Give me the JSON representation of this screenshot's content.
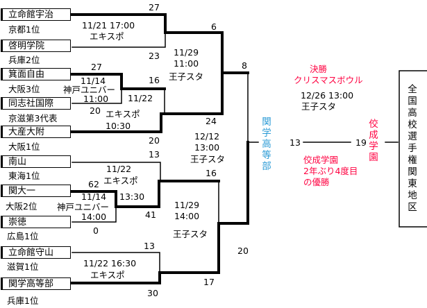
{
  "teams": [
    {
      "name": "立命館宇治",
      "seed": "京都1位"
    },
    {
      "name": "啓明学院",
      "seed": "兵庫2位"
    },
    {
      "name": "箕面自由",
      "seed": "大阪3位"
    },
    {
      "name": "同志社国際",
      "seed": "京滋第3代表"
    },
    {
      "name": "大産大附",
      "seed": "大阪1位"
    },
    {
      "name": "南山",
      "seed": "東海1位"
    },
    {
      "name": "関大一",
      "seed": "大阪2位"
    },
    {
      "name": "崇徳",
      "seed": "広島1位"
    },
    {
      "name": "立命館守山",
      "seed": "滋賀1位"
    },
    {
      "name": "関学高等部",
      "seed": "兵庫1位"
    }
  ],
  "scores": {
    "a1": "27",
    "a2": "23",
    "b1": "27",
    "b2": "20",
    "c1": "16",
    "c2": "20",
    "d1": "6",
    "d2": "24",
    "e1": "13",
    "f1": "62",
    "f2": "0",
    "e2": "41",
    "g1": "13",
    "g2": "30",
    "h1": "16",
    "h2": "17",
    "s1": "8",
    "s2": "20",
    "fin1": "13",
    "fin2": "19"
  },
  "matches": {
    "m1": [
      "11/21 17:00",
      "エキスポ"
    ],
    "m2": [
      "11/14",
      "神戸ユニバー",
      "11:00"
    ],
    "m3": [
      "11/22",
      "エキスポ",
      "10:30"
    ],
    "m4": [
      "11/29",
      "11:00",
      "王子スタ"
    ],
    "m5": [
      "12/12",
      "13:00",
      "王子スタ"
    ],
    "m6": [
      "11/22",
      "エキスポ",
      "13:30"
    ],
    "m7": [
      "11/14",
      "神戸ユニバー",
      "14:00"
    ],
    "m8": [
      "11/29",
      "14:00",
      "王子スタ"
    ],
    "m9": [
      "11/22 16:30",
      "エキスポ"
    ]
  },
  "final": {
    "title": "決勝",
    "name": "クリスマスボウル",
    "datetime": "12/26 13:00",
    "venue": "王子スタ",
    "west": "関学高等部",
    "east": "佼成学園",
    "result": [
      "佼成学園",
      "2年ぶり4度目",
      "の優勝"
    ],
    "east_region": "全国高校選手権関東地区"
  }
}
